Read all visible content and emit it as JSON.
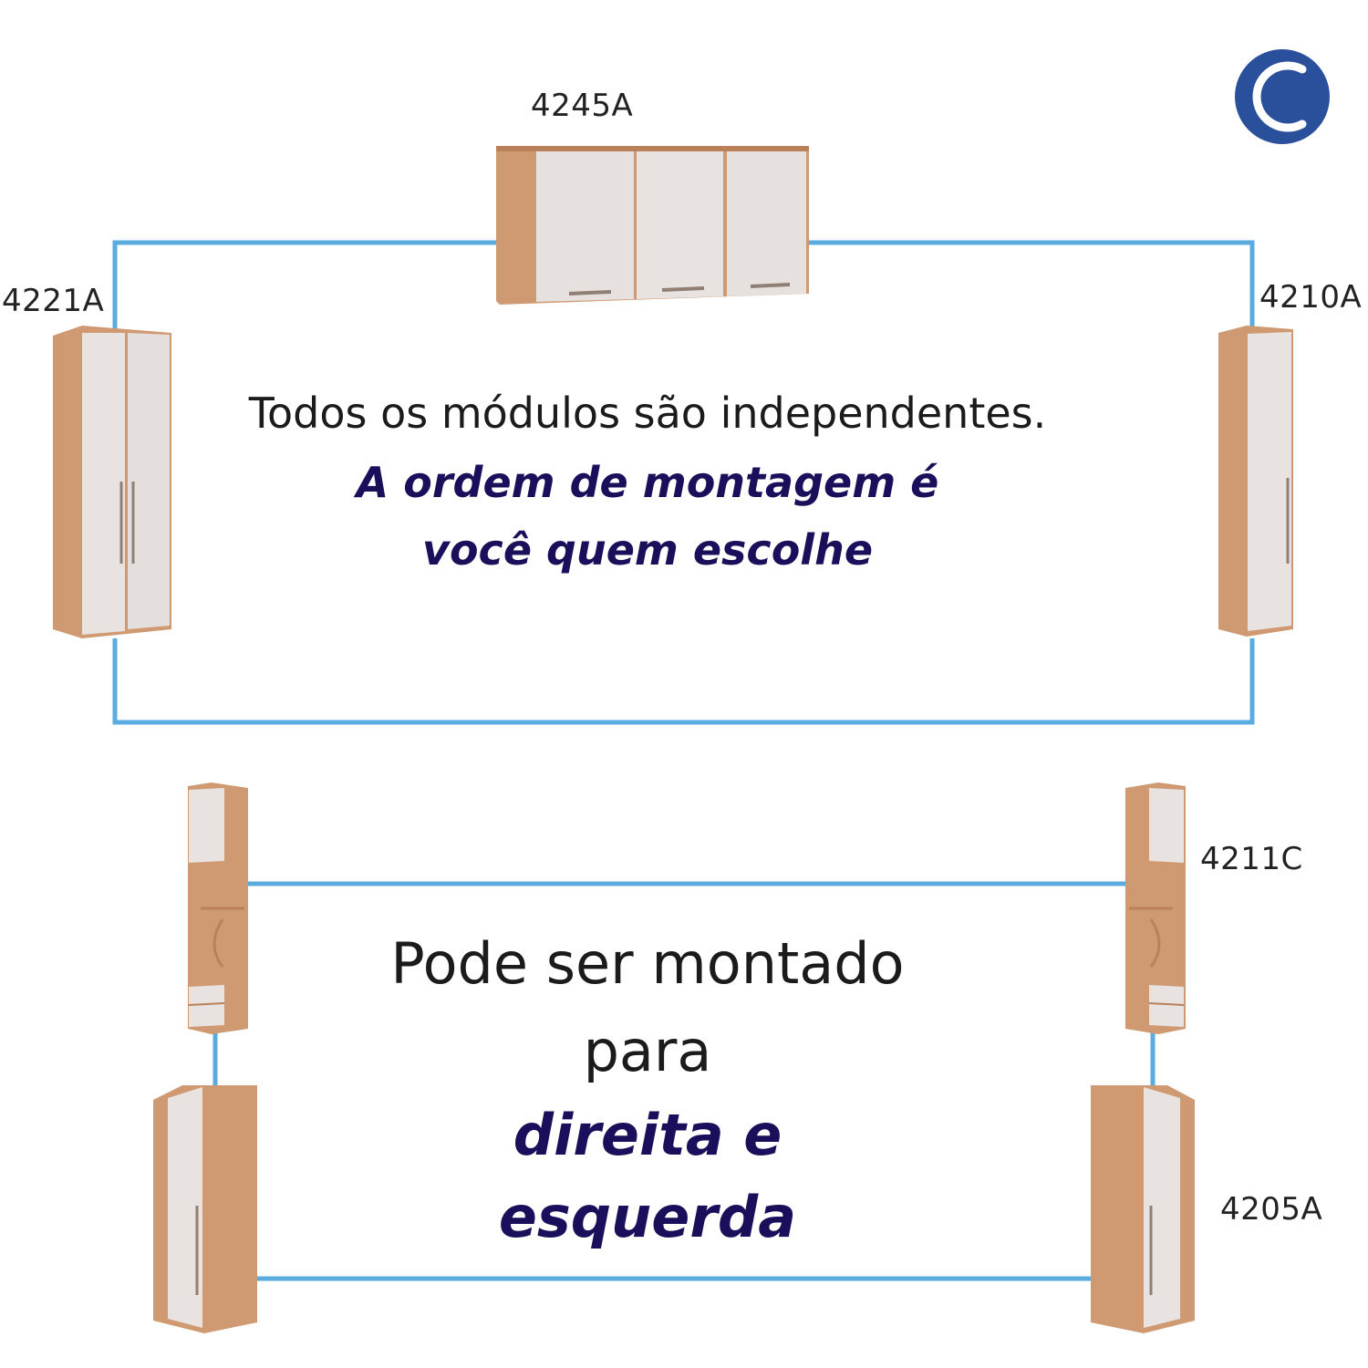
{
  "brand": {
    "logo_color": "#2a4f9b"
  },
  "colors": {
    "connector": "#5aabdf",
    "wood": "#cf9a72",
    "wood_dark": "#b9805a",
    "panel": "#e8e3e1",
    "accent_text": "#1a0f5a"
  },
  "top": {
    "labels": {
      "top_cabinet": "4245A",
      "left_cabinet": "4221A",
      "right_cabinet": "4210A"
    },
    "text_line1": "Todos os módulos são independentes.",
    "text_line2": "A ordem de montagem é",
    "text_line3": "você quem escolhe"
  },
  "bottom": {
    "labels": {
      "tower": "4211C",
      "corner": "4205A"
    },
    "text_line1": "Pode ser montado",
    "text_line2": "para",
    "text_line3": "direita e",
    "text_line4": "esquerda"
  }
}
